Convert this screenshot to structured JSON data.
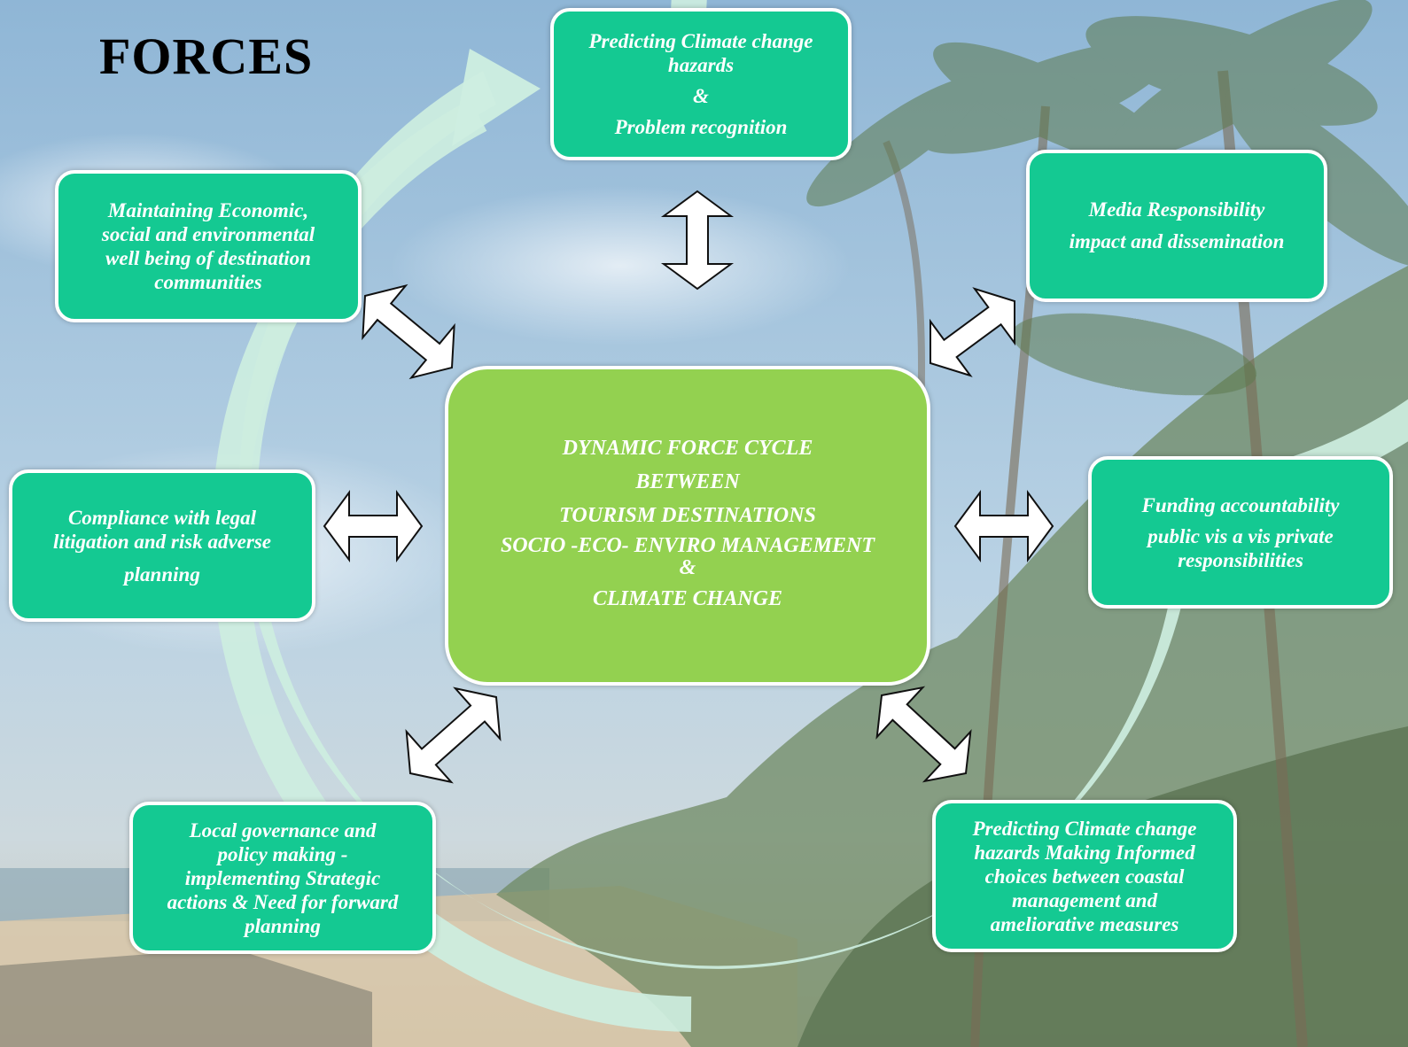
{
  "title": "FORCES",
  "center": {
    "line1": "DYNAMIC FORCE CYCLE",
    "line2": "BETWEEN",
    "line3": "TOURISM DESTINATIONS",
    "line4": "SOCIO -ECO- ENVIRO MANAGEMENT",
    "line5": "&",
    "line6": "CLIMATE CHANGE"
  },
  "boxes": {
    "top": {
      "line1": "Predicting Climate change",
      "line2": "hazards",
      "line3": "&",
      "line4": "Problem recognition"
    },
    "top_right": {
      "line1": "Media  Responsibility",
      "line2": "impact and dissemination"
    },
    "right": {
      "line1": "Funding accountability",
      "line2": "public vis a vis private",
      "line3": "responsibilities"
    },
    "bottom_right": {
      "line1": "Predicting Climate change",
      "line2": "hazards Making Informed",
      "line3": "choices between coastal",
      "line4": "management and",
      "line5": "ameliorative measures"
    },
    "bottom_left": {
      "line1": "Local governance and",
      "line2": "policy making -",
      "line3": "implementing Strategic",
      "line4": "actions & Need for forward",
      "line5": "planning"
    },
    "left": {
      "line1": "Compliance with legal",
      "line2": "litigation and risk adverse",
      "line3": "planning"
    },
    "top_left": {
      "line1": "Maintaining Economic,",
      "line2": "social  and environmental",
      "line3": "well being of destination",
      "line4": "communities"
    }
  },
  "colors": {
    "box_fill": "#14c992",
    "center_fill": "#93d150",
    "cycle_ring": "#cdeee0",
    "sky": "#9fc3dd"
  }
}
